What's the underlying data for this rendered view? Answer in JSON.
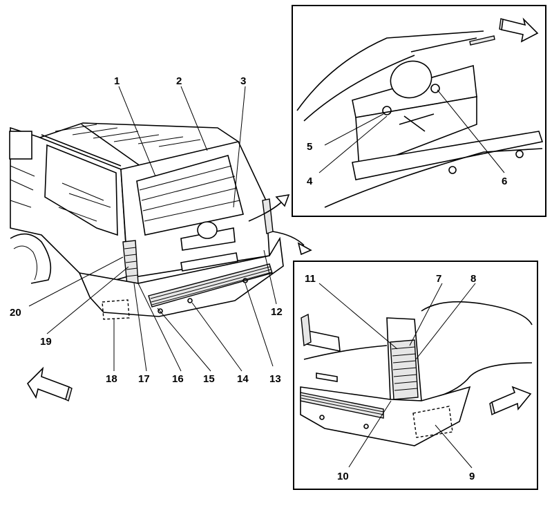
{
  "diagram": {
    "callouts_main": [
      "1",
      "2",
      "3",
      "12",
      "13",
      "14",
      "15",
      "16",
      "17",
      "18",
      "19",
      "20"
    ],
    "callouts_top_inset": [
      "4",
      "5",
      "6"
    ],
    "callouts_bottom_inset": [
      "7",
      "8",
      "9",
      "10",
      "11"
    ]
  },
  "labels": {
    "c1": "1",
    "c2": "2",
    "c3": "3",
    "c4": "4",
    "c5": "5",
    "c6": "6",
    "c7": "7",
    "c8": "8",
    "c9": "9",
    "c10": "10",
    "c11": "11",
    "c12": "12",
    "c13": "13",
    "c14": "14",
    "c15": "15",
    "c16": "16",
    "c17": "17",
    "c18": "18",
    "c19": "19",
    "c20": "20"
  },
  "icons": {
    "front_arrow": "direction-arrow-icon",
    "inset_arrow": "callout-arrow-icon"
  }
}
